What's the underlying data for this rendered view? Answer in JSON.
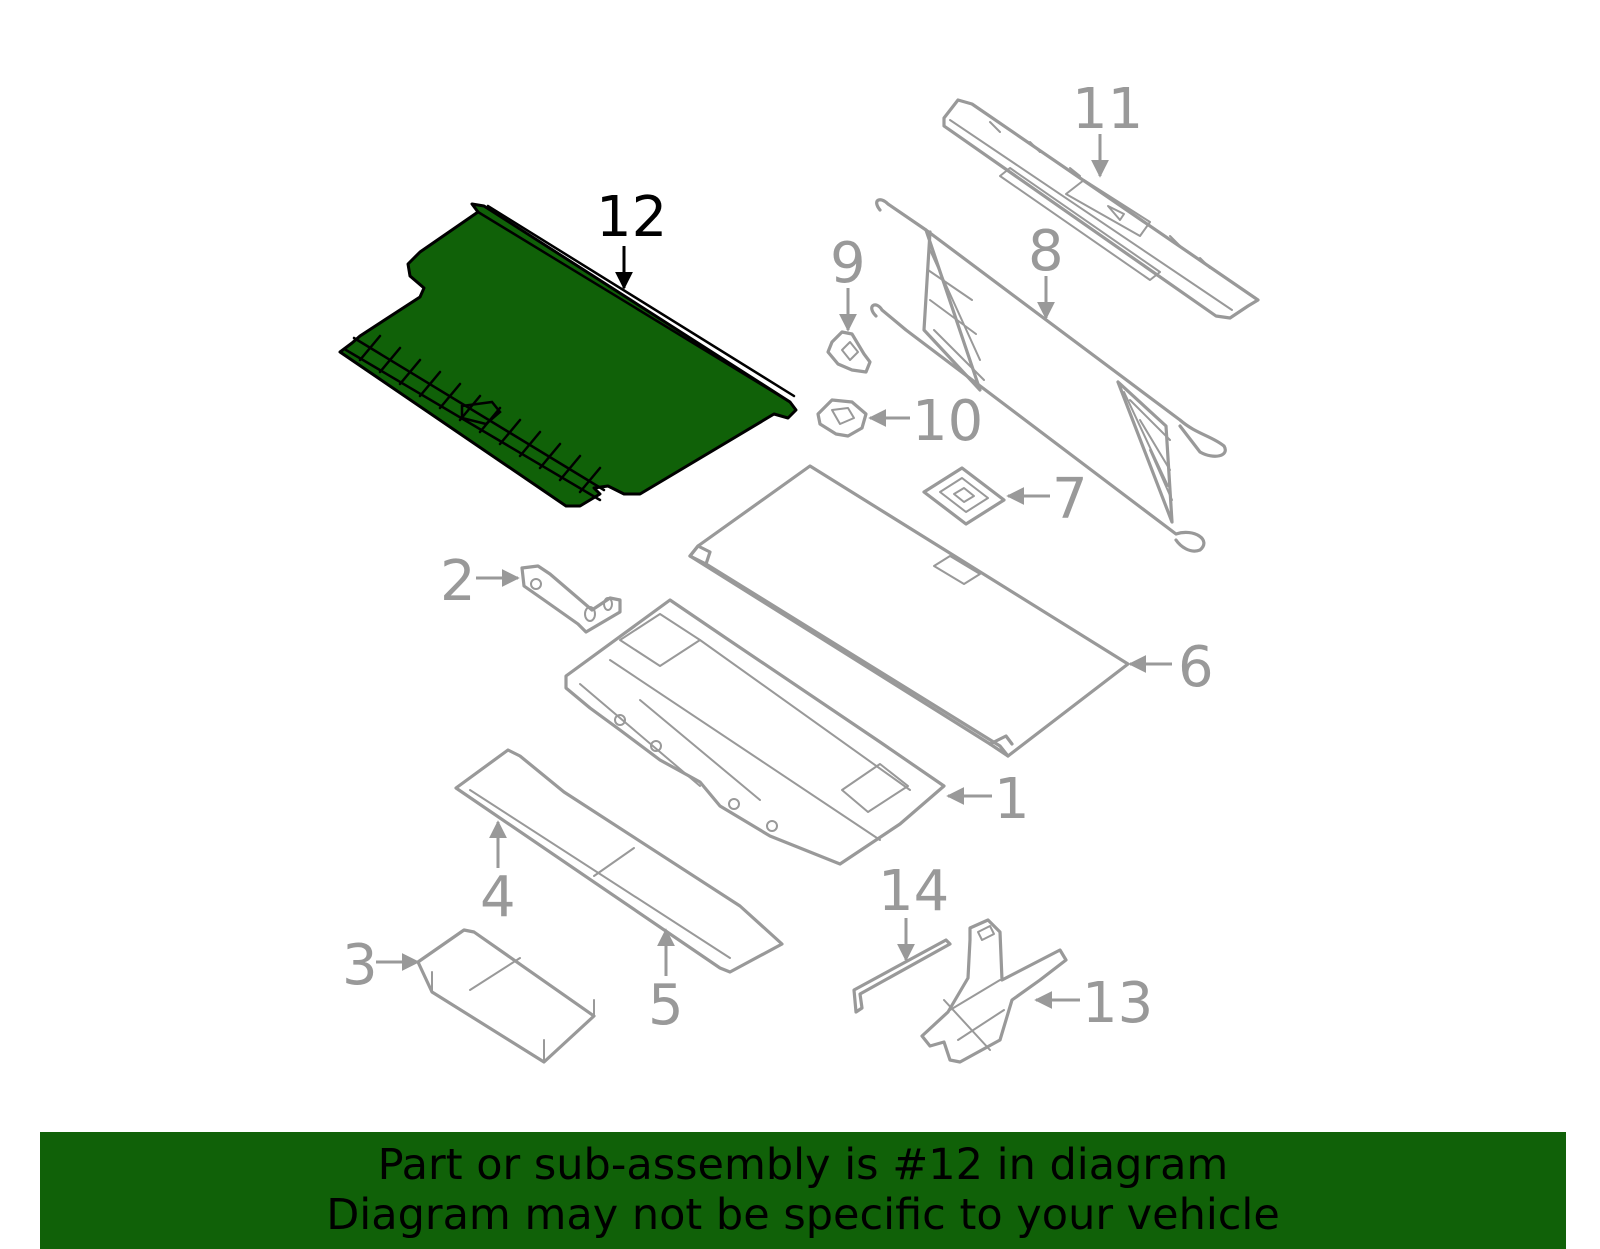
{
  "colors": {
    "highlight": "#106108",
    "parts": "#999999",
    "active_callout": "#000000",
    "banner_background": "#106108"
  },
  "callouts": {
    "c1": "1",
    "c2": "2",
    "c3": "3",
    "c4": "4",
    "c5": "5",
    "c6": "6",
    "c7": "7",
    "c8": "8",
    "c9": "9",
    "c10": "10",
    "c11": "11",
    "c12": "12",
    "c13": "13",
    "c14": "14"
  },
  "highlighted_part": "12",
  "banner": {
    "line1": "Part or sub-assembly is #12 in diagram",
    "line2": "Diagram may not be specific to your vehicle"
  }
}
